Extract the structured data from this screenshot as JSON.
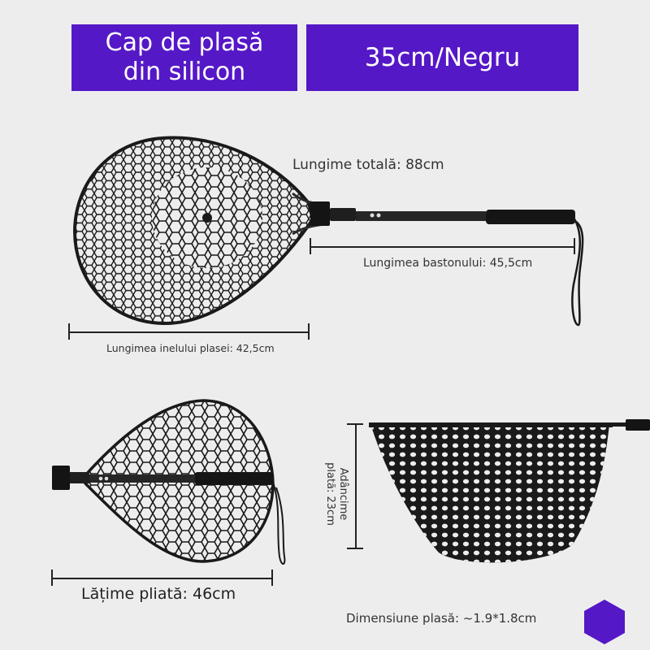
{
  "banners": {
    "left": {
      "line1": "Cap de plasă",
      "line2": "din silicon"
    },
    "right": {
      "text": "35cm/Negru"
    }
  },
  "dimensions": {
    "total_length": "Lungime totală: 88cm",
    "handle_length": "Lungimea bastonului: 45,5cm",
    "ring_length": "Lungimea inelului plasei: 42,5cm",
    "folded_width": "Lățime pliată: 46cm",
    "depth_line1": "Adâncime",
    "depth_line2": "plată: 23cm",
    "mesh_size": "Dimensiune plasă: ~1.9*1.8cm"
  },
  "colors": {
    "accent": "#5518c6",
    "background": "#ededed",
    "text": "#333333",
    "net": "#1a1a1a"
  },
  "icons": {
    "badge": "hexagon-icon"
  }
}
